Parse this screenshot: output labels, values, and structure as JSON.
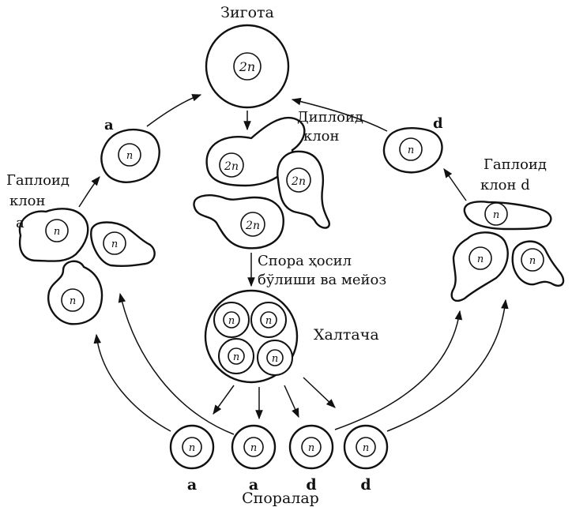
{
  "labels": {
    "zygote": "Зигота",
    "diploid_clone_l1": "Диплоид",
    "diploid_clone_l2": "клон",
    "haploid_clone_a_l1": "Гаплоид",
    "haploid_clone_a_l2": "клон",
    "haploid_clone_a_l3": "a",
    "haploid_clone_d_l1": "Гаплоид",
    "haploid_clone_d_l2": "клон  d",
    "top_left_a": "a",
    "top_right_d": "d",
    "sporulation_l1": "Спора ҳосил",
    "sporulation_l2": "бўлиши ва мейоз",
    "ascus": "Халтача",
    "spores": "Споралар",
    "spore_a1": "a",
    "spore_a2": "a",
    "spore_d1": "d",
    "spore_d2": "d"
  },
  "nucleus": {
    "diploid": "2n",
    "haploid": "n"
  }
}
